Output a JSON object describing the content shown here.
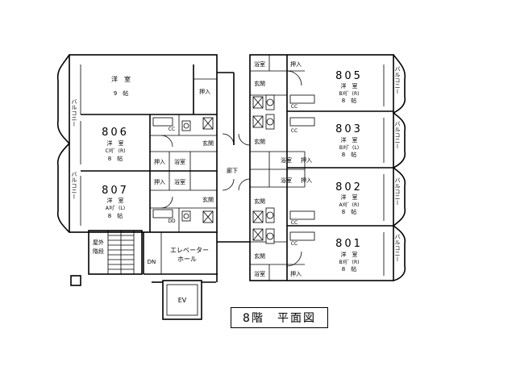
{
  "title": "8階　平面図",
  "labels": {
    "yoshitsu": "洋　室",
    "oshiire": "押入",
    "genkan": "玄関",
    "yokushitsu": "浴室",
    "balcony": "バルコニー",
    "rouka": "廊下",
    "elevator_hall": "エレベーター\nホール",
    "ev": "EV",
    "outdoor_stairs": "屋外\n階段",
    "dn": "DN",
    "cc": "CC",
    "dd": "DD"
  },
  "units": [
    {
      "id": "805",
      "type": "B刈゛(R)",
      "size": "8　帖"
    },
    {
      "id": "803",
      "type": "B刈゛(L)",
      "size": "8　帖"
    },
    {
      "id": "802",
      "type": "A刈゛(R)",
      "size": "8　帖"
    },
    {
      "id": "801",
      "type": "B刈゛(R)",
      "size": "8　帖"
    },
    {
      "id": "806",
      "type": "C刈゛(R)",
      "size": "8　帖"
    },
    {
      "id": "807",
      "type": "A刈゛(L)",
      "size": "8　帖"
    }
  ],
  "top_room_size": "9　帖"
}
